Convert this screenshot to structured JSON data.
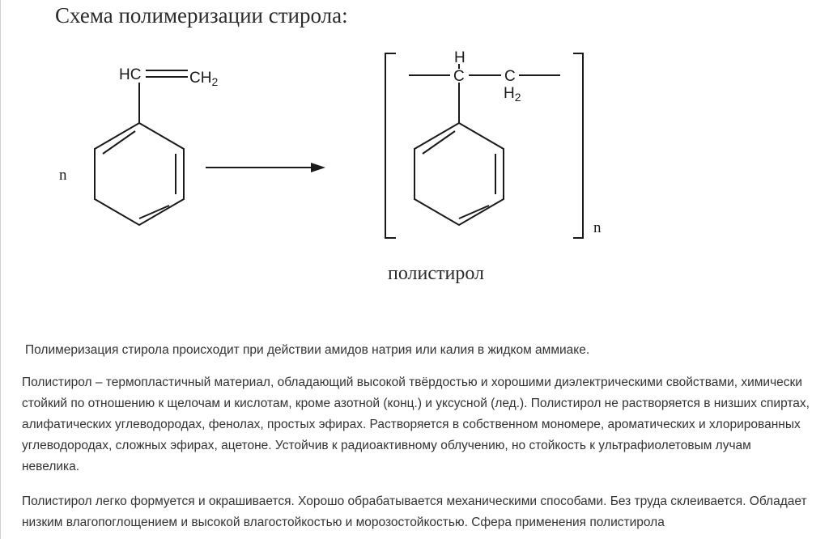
{
  "document": {
    "title": "Схема полимеризации стирола:",
    "monomer": {
      "coefficient": "n",
      "vinyl_left": "HC",
      "vinyl_right_base": "CH",
      "vinyl_right_sub": "2"
    },
    "polymer": {
      "h_atom": "H",
      "carbon_1": "C",
      "carbon_2": "C",
      "h2_base": "H",
      "h2_sub": "2",
      "repeat_index": "n",
      "name": "полистирол"
    },
    "paragraphs": [
      "Полимеризация стирола происходит при действии амидов натрия или калия в жидком аммиаке.",
      "Полистирол – термопластичный материал, обладающий высокой твёрдостью и хорошими диэлектрическими свойствами, химически стойкий по отношению к щелочам и кислотам, кроме азотной (конц.) и уксусной (лед.). Полистирол не растворяется в низших спиртах, алифатических углеводородах, фенолах, простых эфирах. Растворяется в собственном мономере, ароматических и хлорированных углеводородах, сложных эфирах, ацетоне. Устойчив к радиоактивному облучению, но стойкость к ультрафиолетовым лучам невелика.",
      "Полистирол легко формуется и окрашивается. Хорошо обрабатывается механическими способами. Без труда склеивается. Обладает низким влагопоглощением и высокой влагостойкостью и морозостойкостью. Сфера применения полистирола"
    ]
  }
}
